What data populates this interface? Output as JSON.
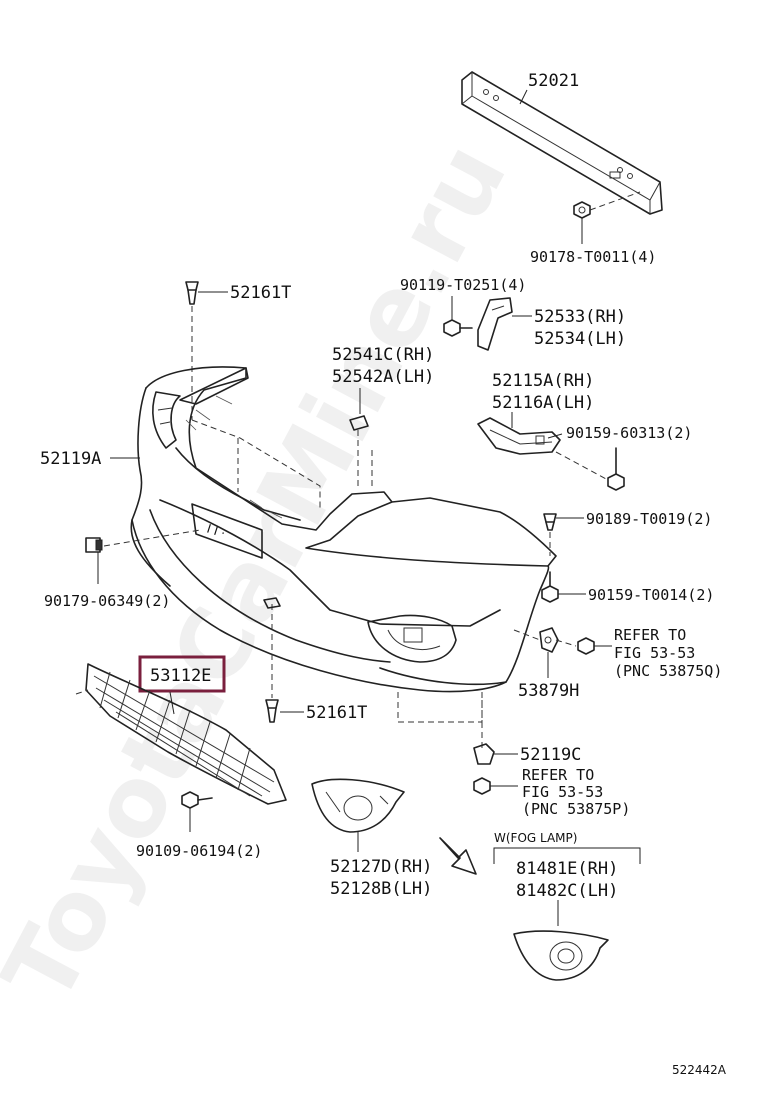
{
  "watermark": "ToyotaCarMine.ru",
  "figure_code": "522442A",
  "highlight_color": "#7a1f3d",
  "parts": {
    "p52021": "52021",
    "p90178": "90178-T0011(4)",
    "p90119": "90119-T0251(4)",
    "p52161T_top": "52161T",
    "p52533": "52533(RH)",
    "p52534": "52534(LH)",
    "p52541C": "52541C(RH)",
    "p52542A": "52542A(LH)",
    "p52115A": "52115A(RH)",
    "p52116A": "52116A(LH)",
    "p90159_60313": "90159-60313(2)",
    "p52119A": "52119A",
    "p90189": "90189-T0019(2)",
    "p90179": "90179-06349(2)",
    "p90159_T0014": "90159-T0014(2)",
    "p53112E": "53112E",
    "p53879H": "53879H",
    "p52161T_bot": "52161T",
    "p52119C": "52119C",
    "p90109": "90109-06194(2)",
    "p52127D": "52127D(RH)",
    "p52128B": "52128B(LH)",
    "p81481E": "81481E(RH)",
    "p81482C": "81482C(LH)"
  },
  "refs": {
    "ref1_line1": "REFER TO",
    "ref1_line2": "FIG 53-53",
    "ref1_line3": "(PNC 53875Q)",
    "ref2_line1": "REFER TO",
    "ref2_line2": "FIG 53-53",
    "ref2_line3": "(PNC 53875P)"
  },
  "fog_lamp_note": "W(FOG LAMP)"
}
